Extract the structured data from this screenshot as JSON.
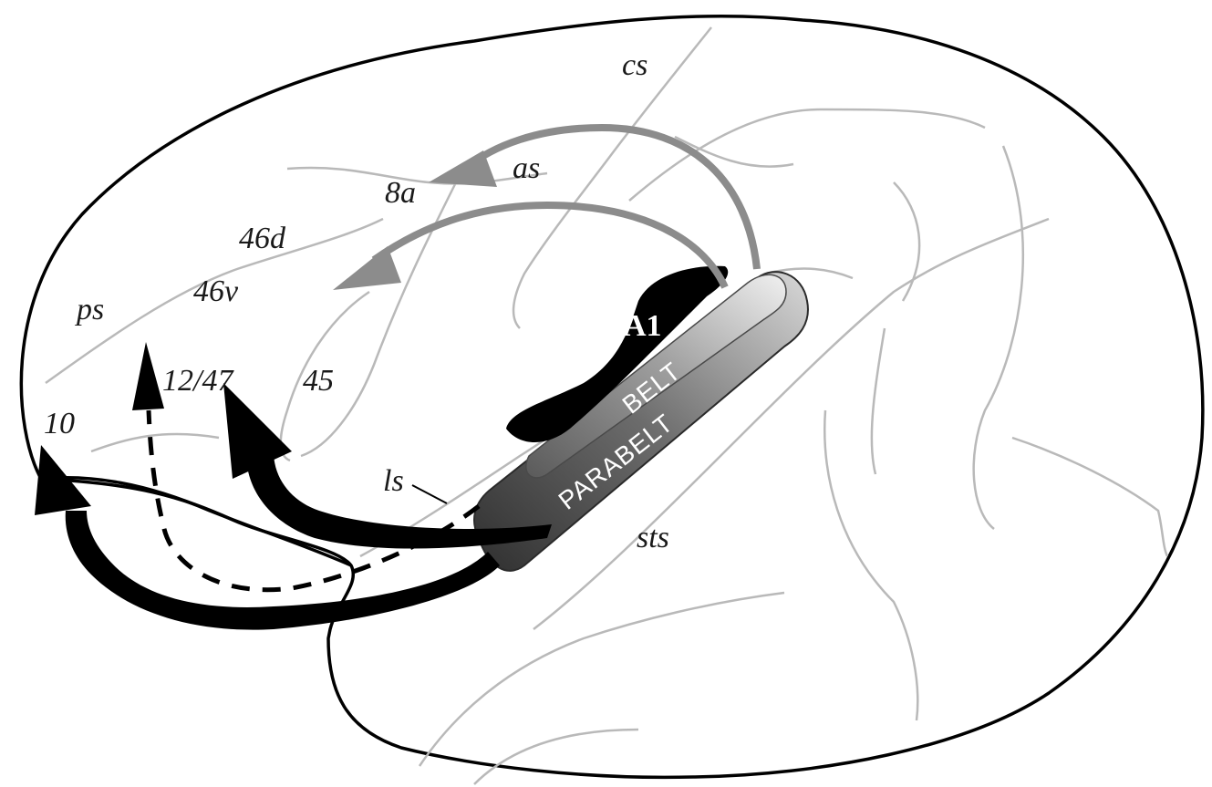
{
  "labels": {
    "cs": "cs",
    "as": "as",
    "area_8a": "8a",
    "area_46d": "46d",
    "area_46v": "46v",
    "ps": "ps",
    "area_12_47": "12/47",
    "area_45": "45",
    "area_10": "10",
    "ls": "ls",
    "sts": "sts",
    "a1": "A1",
    "belt": "BELT",
    "parabelt": "PARABELT"
  },
  "colors": {
    "outline": "#000000",
    "sulcus": "#b9b9b9",
    "dorsal_arrow": "#8c8c8c",
    "ventral_arrow": "#000000",
    "a1_region": "#000000",
    "parabelt": "#3a3a3a",
    "belt_light": "#e6e6e6"
  }
}
